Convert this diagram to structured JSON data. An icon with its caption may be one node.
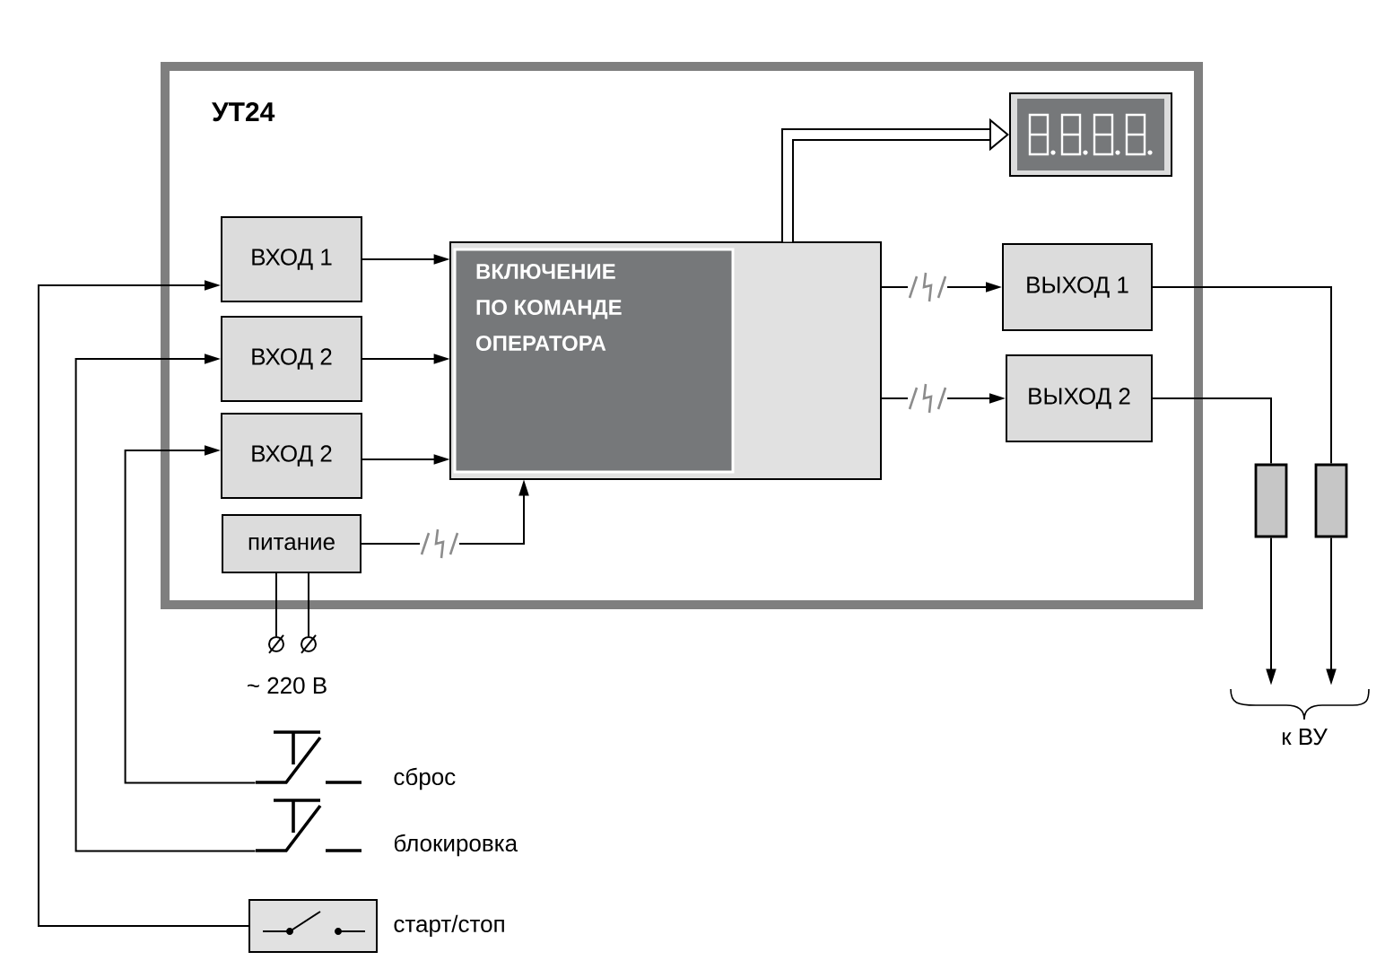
{
  "diagram": {
    "nodes": [
      {
        "text": [
          "УТ24"
        ]
      },
      {
        "text": [
          "ВХОД 1"
        ],
        "in": 0
      },
      {
        "text": [
          "ВХОД 2"
        ],
        "in": 0
      },
      {
        "text": [
          "ВХОД 2"
        ],
        "in": 0
      },
      {
        "text": [
          "питание"
        ],
        "in": 0
      },
      {
        "text": [
          "ВКЛЮЧЕНИЕ ПО КОМАНДЕ ОПЕРАТОРА"
        ],
        "in": 0
      },
      {
        "text": [],
        "shape": "display",
        "in": 0
      },
      {
        "text": [
          "ВЫХОД 1"
        ],
        "in": 0
      },
      {
        "text": [
          "ВЫХОД 2"
        ],
        "in": 0
      },
      {
        "text": [],
        "shape": "box"
      },
      {
        "text": [],
        "shape": "box"
      },
      {
        "text": [
          "к ВУ"
        ]
      },
      {
        "text": [],
        "shape": "circle"
      },
      {
        "text": [],
        "shape": "circle"
      },
      {
        "text": [],
        "shape": "switch",
        "beside": [
          "сброс"
        ]
      },
      {
        "text": [],
        "shape": "switch",
        "beside": [
          "блокировка"
        ]
      },
      {
        "text": [],
        "shape": "switch",
        "beside": [
          "старт/стоп"
        ]
      }
    ],
    "edges": [
      {
        "from": 16,
        "to": 1,
        "arrow": "to"
      },
      {
        "from": 15,
        "to": 2,
        "arrow": "to"
      },
      {
        "from": 14,
        "to": 3,
        "arrow": "to"
      },
      {
        "from": 1,
        "to": 5,
        "arrow": "to"
      },
      {
        "from": 2,
        "to": 5,
        "arrow": "to"
      },
      {
        "from": 3,
        "to": 5,
        "arrow": "to"
      },
      {
        "from": 4,
        "to": 5,
        "arrow": "to"
      },
      {
        "from": 5,
        "to": 6,
        "arrow": "to",
        "style": "thick"
      },
      {
        "from": 5,
        "to": 7,
        "arrow": "to"
      },
      {
        "from": 5,
        "to": 8,
        "arrow": "to"
      },
      {
        "from": 7,
        "to": 10,
        "arrow": "none"
      },
      {
        "from": 8,
        "to": 9,
        "arrow": "none"
      },
      {
        "from": 9,
        "to": 11,
        "arrow": "to"
      },
      {
        "from": 10,
        "to": 11,
        "arrow": "to"
      },
      {
        "from": 4,
        "to": 12,
        "arrow": "none"
      },
      {
        "from": 4,
        "to": 13,
        "arrow": "none"
      }
    ],
    "labels": [
      "~ 220 В"
    ]
  }
}
